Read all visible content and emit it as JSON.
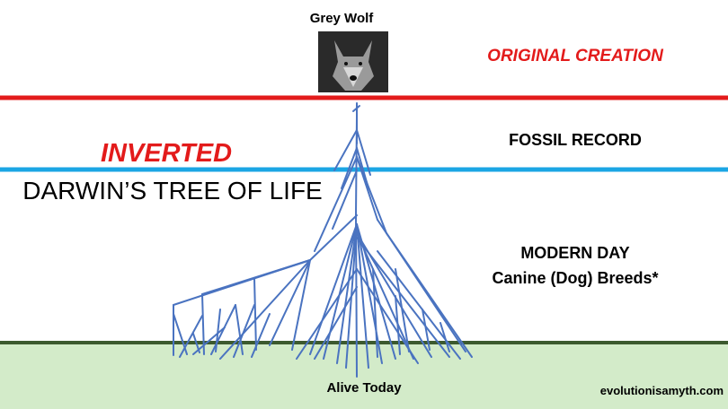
{
  "top_label": "Grey Wolf",
  "original_creation": "ORIGINAL CREATION",
  "fossil_record": "FOSSIL RECORD",
  "inverted": "INVERTED",
  "tree_title": "DARWIN’S TREE OF LIFE",
  "modern_day": "MODERN DAY",
  "dog_breeds": "Canine (Dog) Breeds*",
  "alive_today": "Alive Today",
  "site_url": "evolutionisamyth.com",
  "colors": {
    "red_line": "#e31b1b",
    "blue_line": "#1ba6e4",
    "ground_line": "#3c5a2e",
    "ground_fill": "#d3ebc9",
    "tree": "#4a73c0"
  },
  "icons": {
    "photo": "grey-wolf-photo"
  }
}
